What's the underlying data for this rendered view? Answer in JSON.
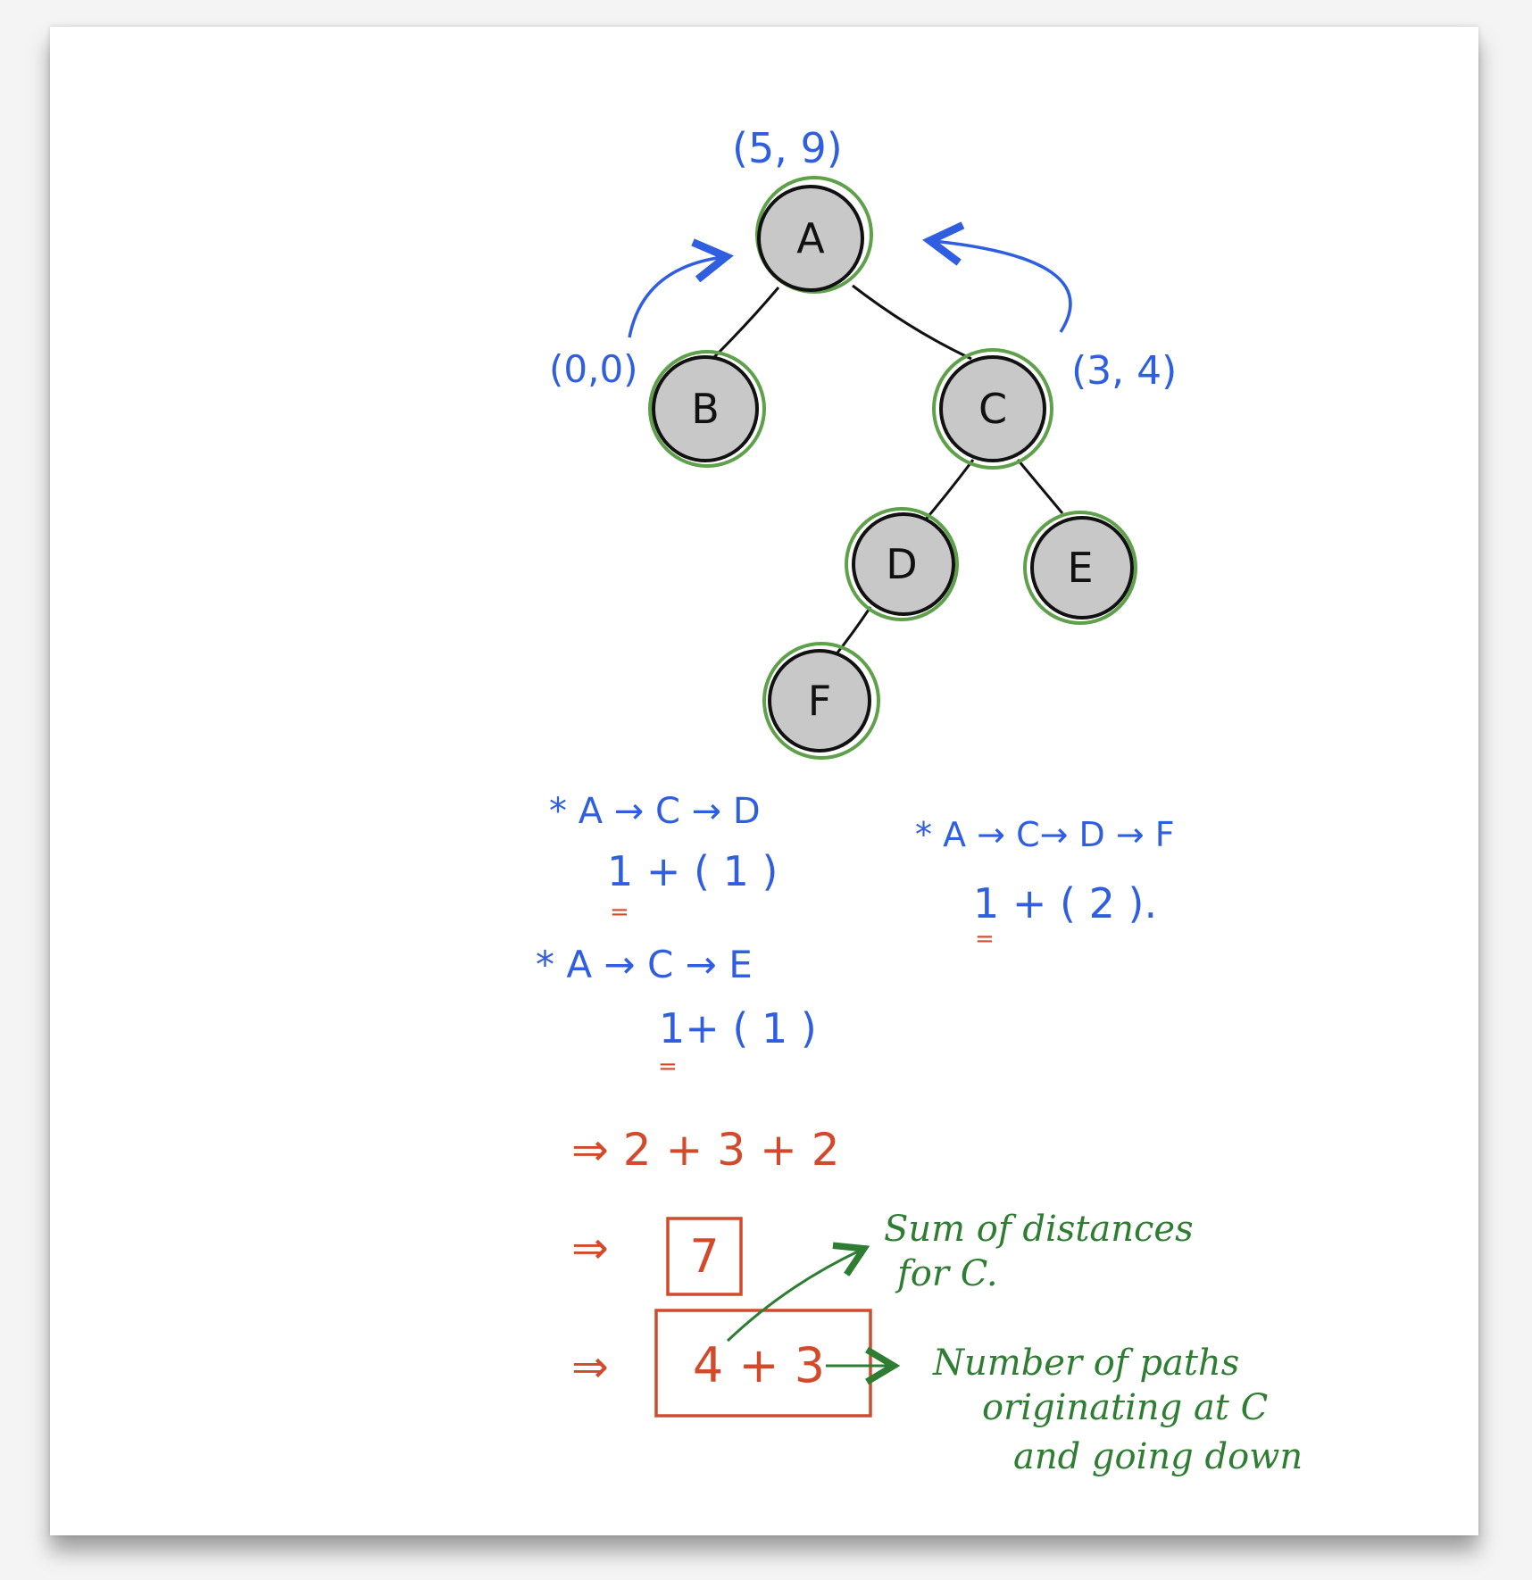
{
  "nodes": {
    "A": "A",
    "B": "B",
    "C": "C",
    "D": "D",
    "E": "E",
    "F": "F"
  },
  "annotations": {
    "a_pair": "(5, 9)",
    "b_pair": "(0,0)",
    "c_pair": "(3, 4)"
  },
  "paths": {
    "path1": "* A → C → D",
    "path1_calc": "1 + ( 1 )",
    "path2": "* A → C → E",
    "path2_calc": "1+ ( 1 )",
    "path3": "* A → C→ D → F",
    "path3_calc": "1 + ( 2 ).",
    "underline_mark": "="
  },
  "result": {
    "line1": "⇒   2 + 3 + 2",
    "line2_prefix": "⇒",
    "line2_value": "7",
    "line3_prefix": "⇒",
    "line3_value": "4 + 3"
  },
  "notes": {
    "sum_line1": "Sum of distances",
    "sum_line2": "for C.",
    "paths_line1": "Number of paths",
    "paths_line2": "originating at C",
    "paths_line3": "and going down"
  },
  "colors": {
    "node_fill": "#c8c8c8",
    "node_outline": "#5fa04a",
    "blue": "#2f5fe0",
    "red": "#d24a2c",
    "green": "#2e7d32"
  }
}
